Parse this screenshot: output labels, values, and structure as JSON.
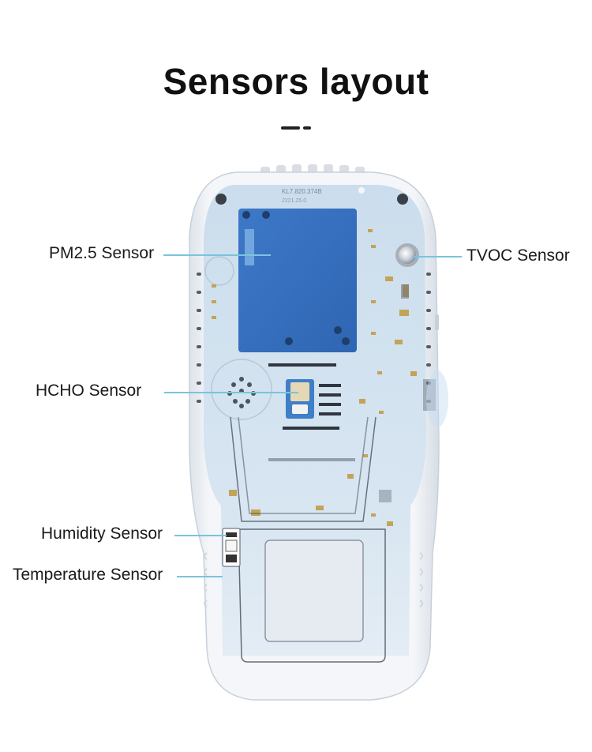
{
  "title": "Sensors layout",
  "board": {
    "model_text": "KL7.820.374B",
    "date_text": "2221.25.0"
  },
  "sensors": [
    {
      "id": "pm25",
      "label": "PM2.5 Sensor"
    },
    {
      "id": "tvoc",
      "label": "TVOC Sensor"
    },
    {
      "id": "hcho",
      "label": "HCHO Sensor"
    },
    {
      "id": "humidity",
      "label": "Humidity Sensor"
    },
    {
      "id": "temperature",
      "label": "Temperature Sensor"
    }
  ],
  "colors": {
    "leader_line": "#7cc3dc",
    "pm25_module": "#3a74c4",
    "board_tint": "#cfe1ef",
    "housing": "#eef1f5"
  }
}
